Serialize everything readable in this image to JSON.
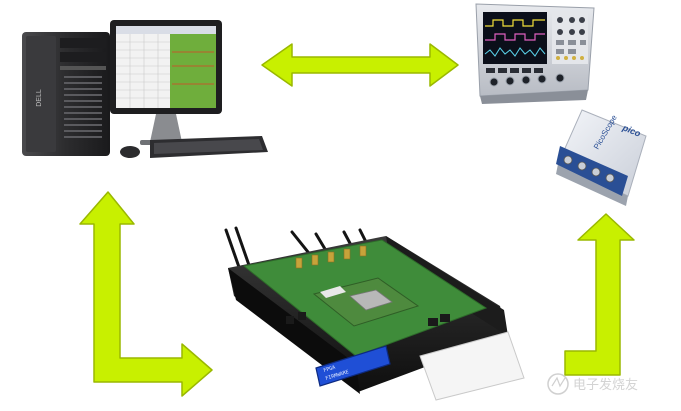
{
  "colors": {
    "arrow_fill": "#c8f000",
    "arrow_stroke": "#9ab800",
    "pc_case": "#2c2c2e",
    "pcb_green": "#3f8c3a",
    "lcd_blue": "#1f4fd6",
    "scope_body": "#d8dade",
    "picoscope_blue": "#2a4f95"
  },
  "icons": {
    "computer": "desktop-computer-icon",
    "oscilloscope": "oscilloscope-icon",
    "usb_scope": "usb-oscilloscope-icon",
    "board": "pcb-test-board-icon",
    "card": "smart-card-icon"
  },
  "labels": {
    "pc_brand": "DELL",
    "pico_logo": "pico",
    "pico_model": "PicoScope",
    "lcd_line1": "FPGA",
    "lcd_line2": "FIRMWARE",
    "watermark": "电子发烧友"
  }
}
